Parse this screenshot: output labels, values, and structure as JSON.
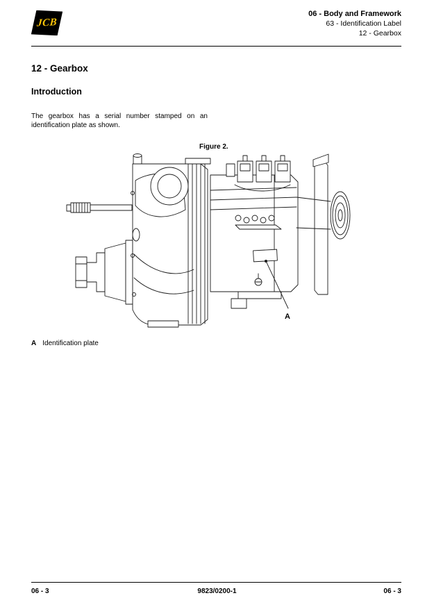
{
  "page": {
    "logo": {
      "text": "JCB",
      "bg_color": "#000000",
      "text_color": "#FFC709"
    },
    "header": {
      "chapter": "06 - Body and Framework",
      "section": "63 - Identification Label",
      "subsection": "12 - Gearbox"
    },
    "title": "12 - Gearbox",
    "intro_heading": "Introduction",
    "body_text": "The gearbox has a serial number stamped on an identification plate as shown.",
    "figure": {
      "caption": "Figure 2.",
      "callout": "A",
      "description": "line-drawing-of-gearbox-with-identification-plate"
    },
    "legend": {
      "key": "A",
      "label": "Identification plate"
    },
    "footer": {
      "left": "06 - 3",
      "center": "9823/0200-1",
      "right": "06 - 3"
    }
  }
}
